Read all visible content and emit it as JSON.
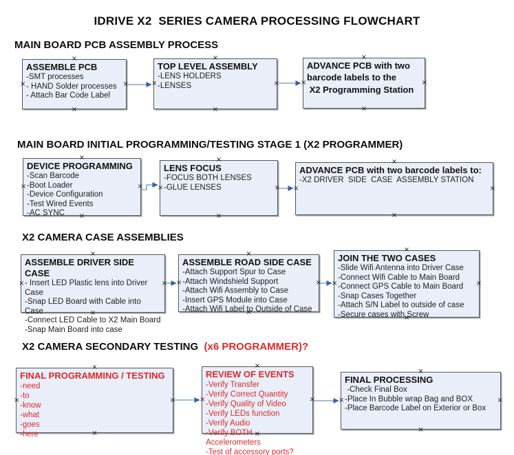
{
  "page_title": "IDRIVE X2  SERIES CAMERA PROCESSING FLOWCHART",
  "icons": {
    "connection_handle": "×",
    "arrow_head": "right-arrowhead"
  },
  "colors": {
    "box_fill": "#e9eef8",
    "box_border": "#54585c",
    "arrow_line": "#8ba3c7",
    "arrow_head": "#3a5fa8",
    "red_text": "#d92b2b",
    "heading_text": "#0d0d0d"
  },
  "sections": [
    {
      "heading": "MAIN BOARD PCB ASSEMBLY PROCESS",
      "boxes": [
        {
          "title": "ASSEMBLE PCB",
          "items": [
            "-SMT processes",
            "- HAND Solder processes",
            "- Attach Bar Code Label"
          ]
        },
        {
          "title": "TOP LEVEL ASSEMBLY",
          "items": [
            "-LENS HOLDERS",
            "-LENSES"
          ]
        },
        {
          "title": "ADVANCE PCB with two",
          "items": [
            "barcode labels to the",
            " X2 Programming Station"
          ]
        }
      ]
    },
    {
      "heading": "MAIN BOARD INITIAL PROGRAMMING/TESTING STAGE 1 (X2 PROGRAMMER)",
      "boxes": [
        {
          "title": "DEVICE PROGRAMMING",
          "items": [
            "-Scan Barcode",
            "-Boot Loader",
            "-Device Configuration",
            "-Test Wired Events",
            "-AC SYNC"
          ]
        },
        {
          "title": "LENS FOCUS",
          "items": [
            "-FOCUS BOTH LENSES",
            "-GLUE LENSES"
          ]
        },
        {
          "title": "ADVANCE PCB with two barcode labels to:",
          "items": [
            "-X2 DRIVER  SIDE  CASE  ASSEMBLY STATION"
          ]
        }
      ]
    },
    {
      "heading": "X2 CAMERA CASE ASSEMBLIES",
      "boxes": [
        {
          "title": "ASSEMBLE DRIVER SIDE CASE",
          "items": [
            "- Insert LED Plastic lens into Driver Case",
            "-Snap LED Board with Cable into Case",
            "-Connect LED Cable to X2 Main Board",
            "-Snap Main Board into case"
          ]
        },
        {
          "title": "ASSEMBLE ROAD SIDE CASE",
          "items": [
            "-Attach Support Spur to Case",
            "-Attach Windshield Support",
            "-Attach Wifi Assembly to Case",
            "-Insert GPS Module into Case",
            "-Attach Wifi Label to Outside of Case"
          ]
        },
        {
          "title": "JOIN THE TWO CASES",
          "items": [
            "-Slide Wifi Antenna into Driver Case",
            "-Connect Wifi Cable to Main Board",
            "-Connect GPS Cable to Main Board",
            "-Snap Cases Together",
            "-Attach S/N Label to outside of case",
            "-Secure cases with Screw"
          ]
        }
      ]
    },
    {
      "heading": "X2 CAMERA SECONDARY TESTING  ",
      "heading_suffix": "(x6 PROGRAMMER)?",
      "boxes": [
        {
          "title": "FINAL PROGRAMMING / TESTING",
          "items": [
            "-need",
            "-to",
            "-know",
            "-what",
            "-goes",
            "-here"
          ]
        },
        {
          "title": "REVIEW OF EVENTS",
          "items": [
            "-Verify Transfer",
            "-Verify Correct Quantity",
            "-Verify Quality of Video",
            "-Verify LEDs function",
            "-Verify Audio",
            "-Verify BOTH Accelerometers",
            "-Test of accessory ports?"
          ]
        },
        {
          "title": "FINAL PROCESSING",
          "items": [
            " -Check Final Box",
            "-Place In Bubble wrap Bag and BOX",
            "-Place Barcode Label on Exterior or Box"
          ]
        }
      ]
    }
  ]
}
